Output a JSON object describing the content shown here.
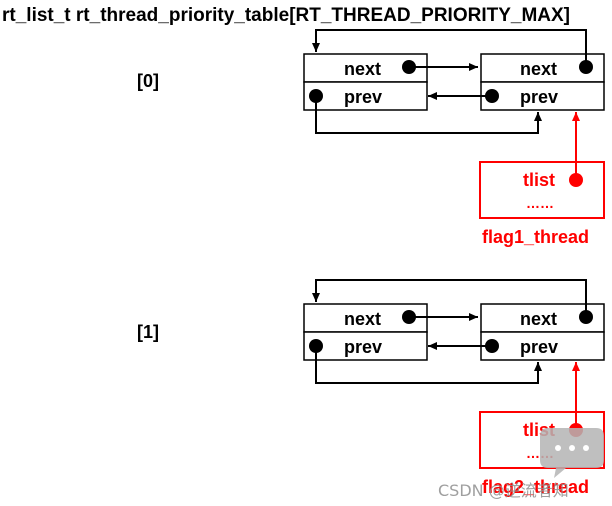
{
  "title": "rt_list_t rt_thread_priority_table[RT_THREAD_PRIORITY_MAX]",
  "rows": [
    {
      "index_label": "[0]",
      "left_node": {
        "next_label": "next",
        "prev_label": "prev"
      },
      "right_node": {
        "next_label": "next",
        "prev_label": "prev"
      },
      "thread": {
        "field_label": "tlist",
        "ellipsis": "……",
        "name": "flag1_thread"
      }
    },
    {
      "index_label": "[1]",
      "left_node": {
        "next_label": "next",
        "prev_label": "prev"
      },
      "right_node": {
        "next_label": "next",
        "prev_label": "prev"
      },
      "thread": {
        "field_label": "tlist",
        "ellipsis": "……",
        "name": "flag2_thread"
      }
    }
  ],
  "watermark": "CSDN @逆流者知",
  "colors": {
    "line": "#000000",
    "thread": "#ff0000",
    "watermark": "#9a9a9a"
  },
  "icons": {
    "watermark_logo": "chat-bubble-icon"
  }
}
